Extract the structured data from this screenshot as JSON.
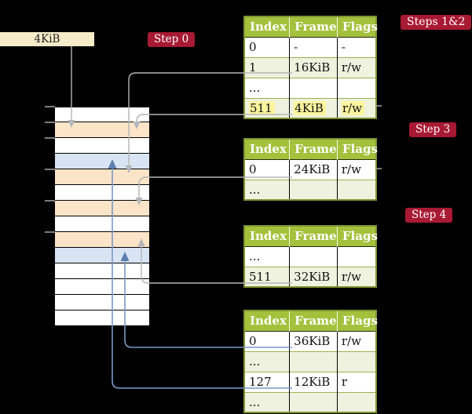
{
  "frame_label": {
    "text": "4KiB"
  },
  "badges": [
    {
      "label": "Step 0"
    },
    {
      "label": "Steps 1&2"
    },
    {
      "label": "Step 3"
    },
    {
      "label": "Step 4"
    }
  ],
  "memory": {
    "rows": [
      {
        "color": "white"
      },
      {
        "color": "orange"
      },
      {
        "color": "white"
      },
      {
        "color": "blue"
      },
      {
        "color": "orange"
      },
      {
        "color": "white"
      },
      {
        "color": "orange"
      },
      {
        "color": "white"
      },
      {
        "color": "orange"
      },
      {
        "color": "blue"
      },
      {
        "color": "white"
      },
      {
        "color": "white"
      },
      {
        "color": "white"
      },
      {
        "color": "white"
      }
    ]
  },
  "tables": [
    {
      "name": "page-table-steps-1-2",
      "headers": [
        "Index",
        "Frame",
        "Flags"
      ],
      "rows": [
        {
          "cells": [
            "0",
            "-",
            "-"
          ],
          "bg": "white",
          "highlight": false
        },
        {
          "cells": [
            "1",
            "16KiB",
            "r/w"
          ],
          "bg": "green",
          "highlight": false
        },
        {
          "cells": [
            "...",
            "",
            ""
          ],
          "bg": "white",
          "highlight": false
        },
        {
          "cells": [
            "511",
            "4KiB",
            "r/w"
          ],
          "bg": "green",
          "highlight": true
        }
      ]
    },
    {
      "name": "page-table-step-3",
      "headers": [
        "Index",
        "Frame",
        "Flags"
      ],
      "rows": [
        {
          "cells": [
            "0",
            "24KiB",
            "r/w"
          ],
          "bg": "white",
          "highlight": false
        },
        {
          "cells": [
            "...",
            "",
            ""
          ],
          "bg": "green",
          "highlight": false
        }
      ]
    },
    {
      "name": "page-table-step-4",
      "headers": [
        "Index",
        "Frame",
        "Flags"
      ],
      "rows": [
        {
          "cells": [
            "...",
            "",
            ""
          ],
          "bg": "white",
          "highlight": false
        },
        {
          "cells": [
            "511",
            "32KiB",
            "r/w"
          ],
          "bg": "green",
          "highlight": false
        }
      ]
    },
    {
      "name": "page-table-leaf",
      "headers": [
        "Index",
        "Frame",
        "Flags"
      ],
      "rows": [
        {
          "cells": [
            "0",
            "36KiB",
            "r/w"
          ],
          "bg": "white",
          "highlight": false
        },
        {
          "cells": [
            "...",
            "",
            ""
          ],
          "bg": "green",
          "highlight": false
        },
        {
          "cells": [
            "127",
            "12KiB",
            "r"
          ],
          "bg": "white",
          "highlight": false
        },
        {
          "cells": [
            "...",
            "",
            ""
          ],
          "bg": "green",
          "highlight": false
        }
      ]
    }
  ],
  "colors": {
    "background": "#000000",
    "frame_label_bg": "#f7ecc9",
    "badge_red": "#a81933",
    "table_header_green": "#a4c13c",
    "table_row_green": "#eef2de",
    "table_border_olive": "#7f9433",
    "highlight_yellow": "#fdf49e",
    "memory_orange": "#fce4c8",
    "memory_blue": "#d8e4f4",
    "gray_connector": "#b5b5b5",
    "blue_connector": "#7b98c6"
  }
}
